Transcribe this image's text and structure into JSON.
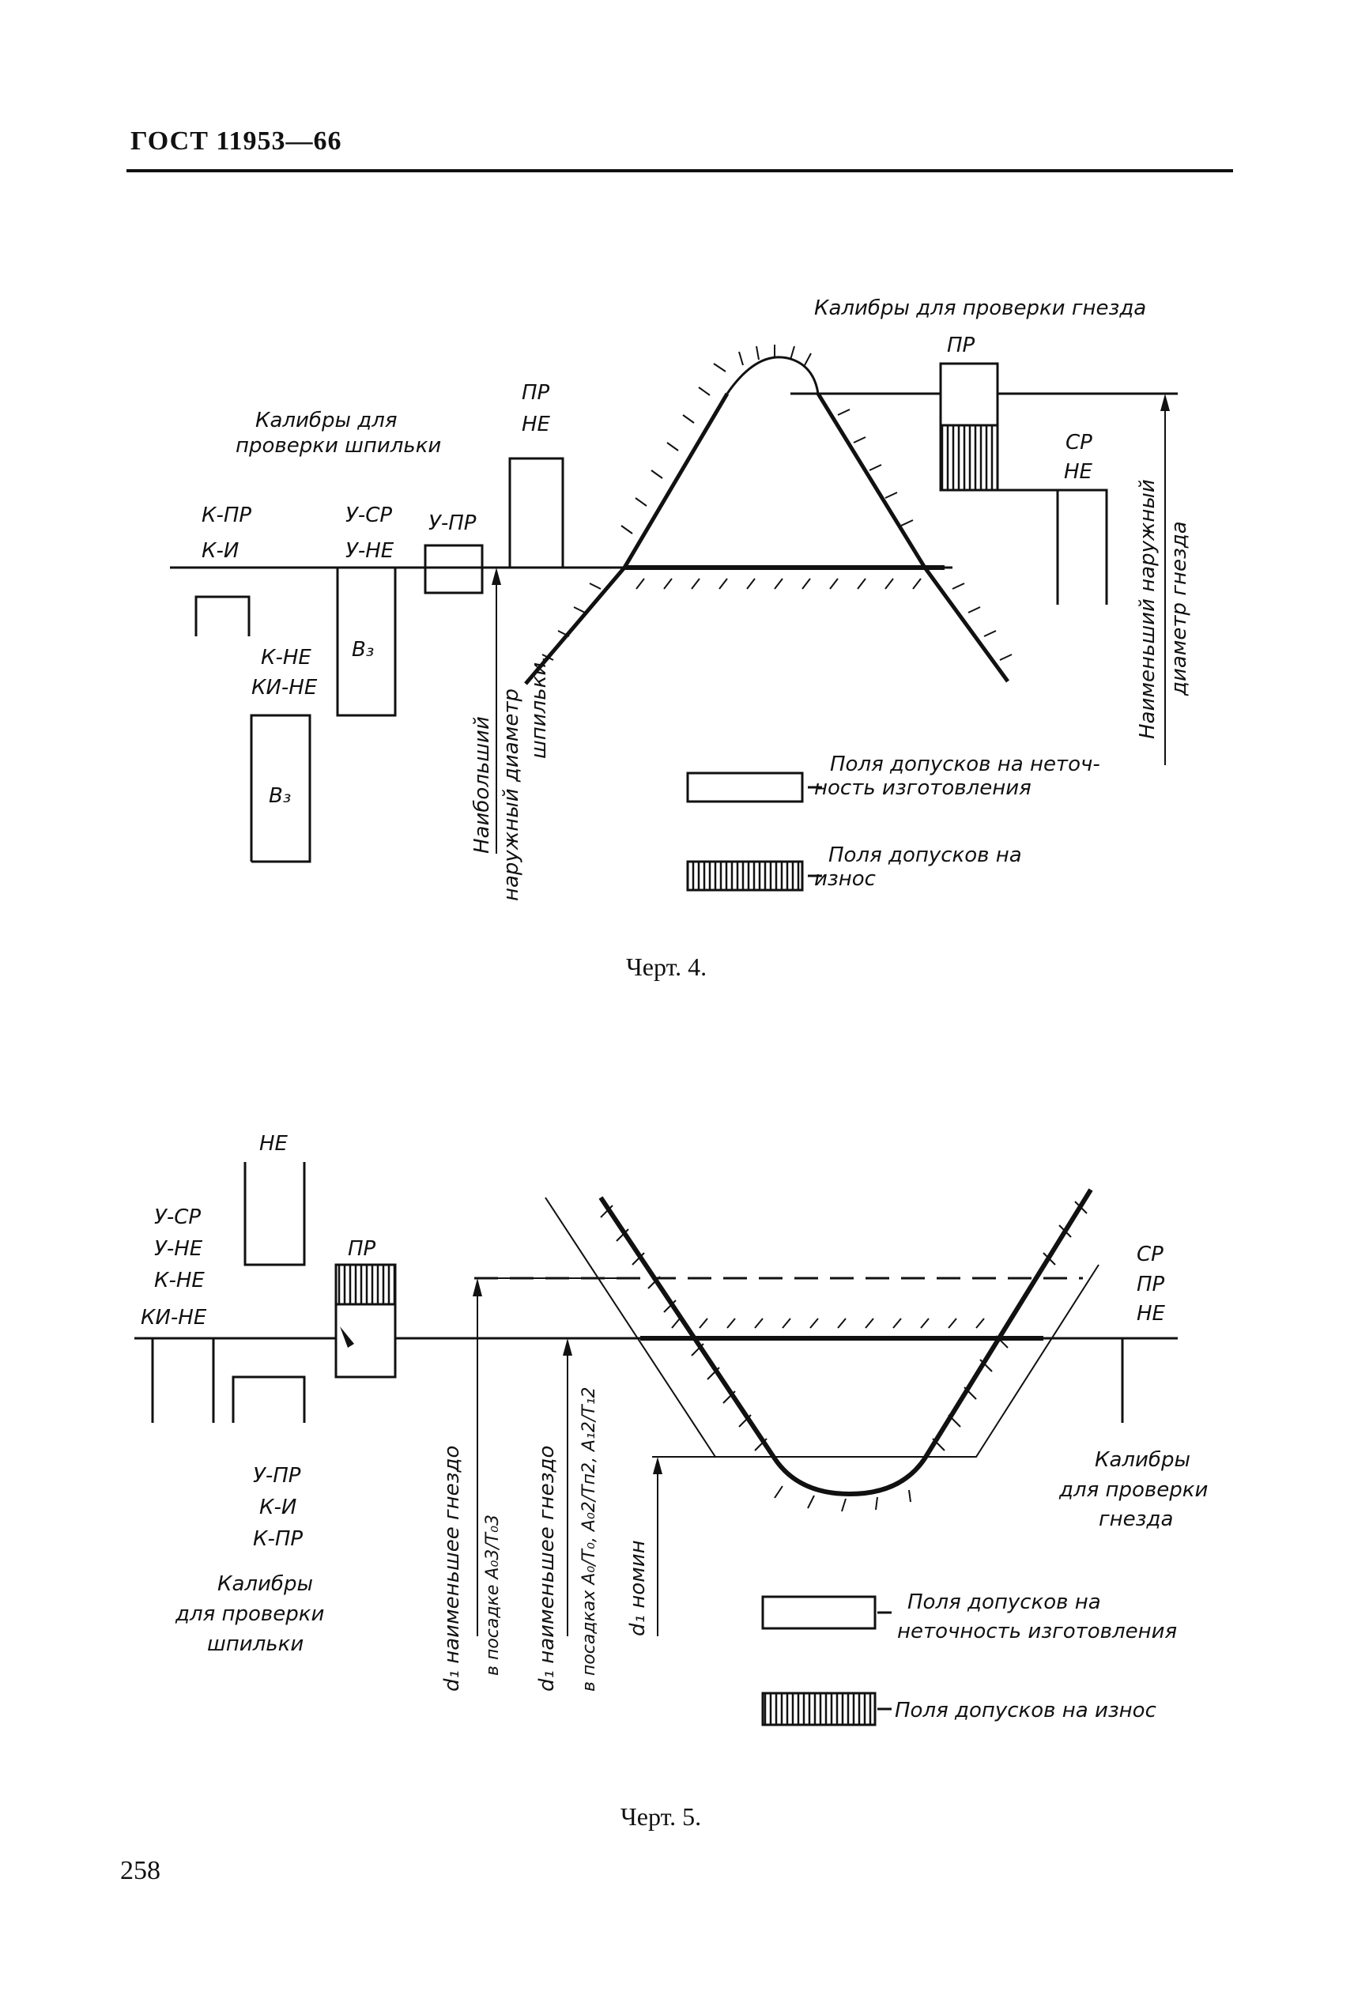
{
  "header": {
    "title": "ГОСТ 11953—66"
  },
  "fig4": {
    "caption": "Черт. 4.",
    "nut_gauges_title": "Калибры для проверки гнезда",
    "stud_gauges_title_1": "Калибры для",
    "stud_gauges_title_2": "проверки шпильки",
    "pr": "ПР",
    "ne": "НЕ",
    "sr": "СР",
    "k_pr": "К-ПР",
    "k_i": "К-И",
    "u_sr": "У-СР",
    "u_ne": "У-НЕ",
    "u_pr": "У-ПР",
    "k_ne": "К-НЕ",
    "ki_ne": "КИ-НЕ",
    "b3": "В₃",
    "largest_1": "Наибольший",
    "largest_2": "наружный диаметр",
    "largest_3": "шпильки.",
    "smallest_1": "Наименьший наружный",
    "smallest_2": "диаметр гнезда",
    "legend_mfg_1": "Поля допусков на неточ-",
    "legend_mfg_2": "ность изготовления",
    "legend_wear_1": "Поля допусков на",
    "legend_wear_2": "износ"
  },
  "fig5": {
    "caption": "Черт. 5.",
    "ne": "НЕ",
    "pr": "ПР",
    "sr": "СР",
    "u_sr": "У-СР",
    "u_ne": "У-НЕ",
    "k_ne": "К-НЕ",
    "ki_ne": "КИ-НЕ",
    "u_pr": "У-ПР",
    "k_i": "К-И",
    "k_pr": "К-ПР",
    "stud_1": "Калибры",
    "stud_2": "для проверки",
    "stud_3": "шпильки",
    "nut_1": "Калибры",
    "nut_2": "для проверки",
    "nut_3": "гнезда",
    "d1_a_1": "d₁ наименьшее гнездо",
    "d1_a_2": "в посадке A₀3/T₀3",
    "d1_b_1": "d₁ наименьшее гнездо",
    "d1_b_2": "в посадках A₀/T₀, A₀2/Tп2, A₁2/T₁2",
    "d1_c": "d₁ номин",
    "legend_mfg_1": "Поля допусков на",
    "legend_mfg_2": "неточность изготовления",
    "legend_wear": "Поля допусков на износ"
  },
  "page_number": "258"
}
